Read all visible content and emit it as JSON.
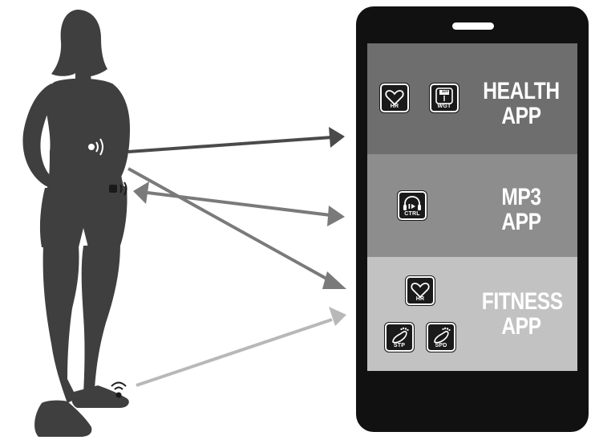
{
  "apps": {
    "health": {
      "title_line1": "HEALTH",
      "title_line2": "APP",
      "icons": [
        {
          "icon": "heart-rate-icon",
          "label": "HR"
        },
        {
          "icon": "scale-icon",
          "label": "WGT",
          "display": "110"
        }
      ]
    },
    "mp3": {
      "title_line1": "MP3",
      "title_line2": "APP",
      "icons": [
        {
          "icon": "headphones-play-icon",
          "label": "CTRL"
        }
      ]
    },
    "fitness": {
      "title_line1": "FITNESS",
      "title_line2": "APP",
      "icons": [
        {
          "icon": "heart-rate-icon",
          "label": "HR"
        },
        {
          "icon": "footprint-icon",
          "label": "STP"
        },
        {
          "icon": "footprint-icon",
          "label": "SPD"
        }
      ]
    }
  },
  "colors": {
    "health_panel": "#6e6e6e",
    "mp3_panel": "#8d8d8d",
    "fitness_panel": "#c2c2c2",
    "phone_body": "#111111",
    "silhouette": "#3f3f3f",
    "arrow_chest": "#4a4a4a",
    "arrow_waist": "#7a7a7a",
    "arrow_shoe": "#b8b8b8"
  }
}
